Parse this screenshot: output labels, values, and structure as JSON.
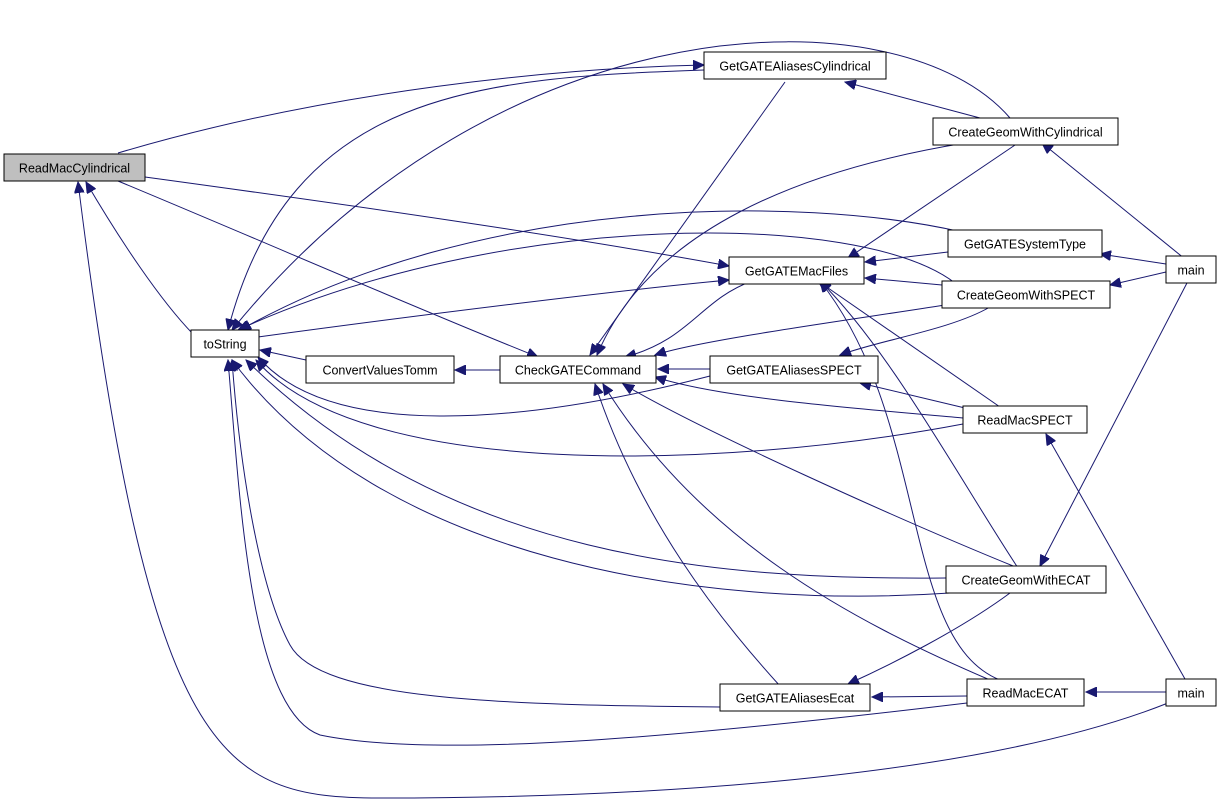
{
  "graph": {
    "edge_color": "#191970",
    "root_fill": "#bfbfbf",
    "nodes": [
      {
        "id": "readmaccyl",
        "label": "ReadMacCylindrical",
        "root": true
      },
      {
        "id": "tostring",
        "label": "toString"
      },
      {
        "id": "convert",
        "label": "ConvertValuesTomm"
      },
      {
        "id": "checkgate",
        "label": "CheckGATECommand"
      },
      {
        "id": "getcyl",
        "label": "GetGATEAliasesCylindrical"
      },
      {
        "id": "getmacfiles",
        "label": "GetGATEMacFiles"
      },
      {
        "id": "getspect",
        "label": "GetGATEAliasesSPECT"
      },
      {
        "id": "getecat",
        "label": "GetGATEAliasesEcat"
      },
      {
        "id": "createcyl",
        "label": "CreateGeomWithCylindrical"
      },
      {
        "id": "getsystype",
        "label": "GetGATESystemType"
      },
      {
        "id": "createspect",
        "label": "CreateGeomWithSPECT"
      },
      {
        "id": "readmacspect",
        "label": "ReadMacSPECT"
      },
      {
        "id": "createecat",
        "label": "CreateGeomWithECAT"
      },
      {
        "id": "readmacecat",
        "label": "ReadMacECAT"
      },
      {
        "id": "main1",
        "label": "main"
      },
      {
        "id": "main2",
        "label": "main"
      }
    ]
  }
}
